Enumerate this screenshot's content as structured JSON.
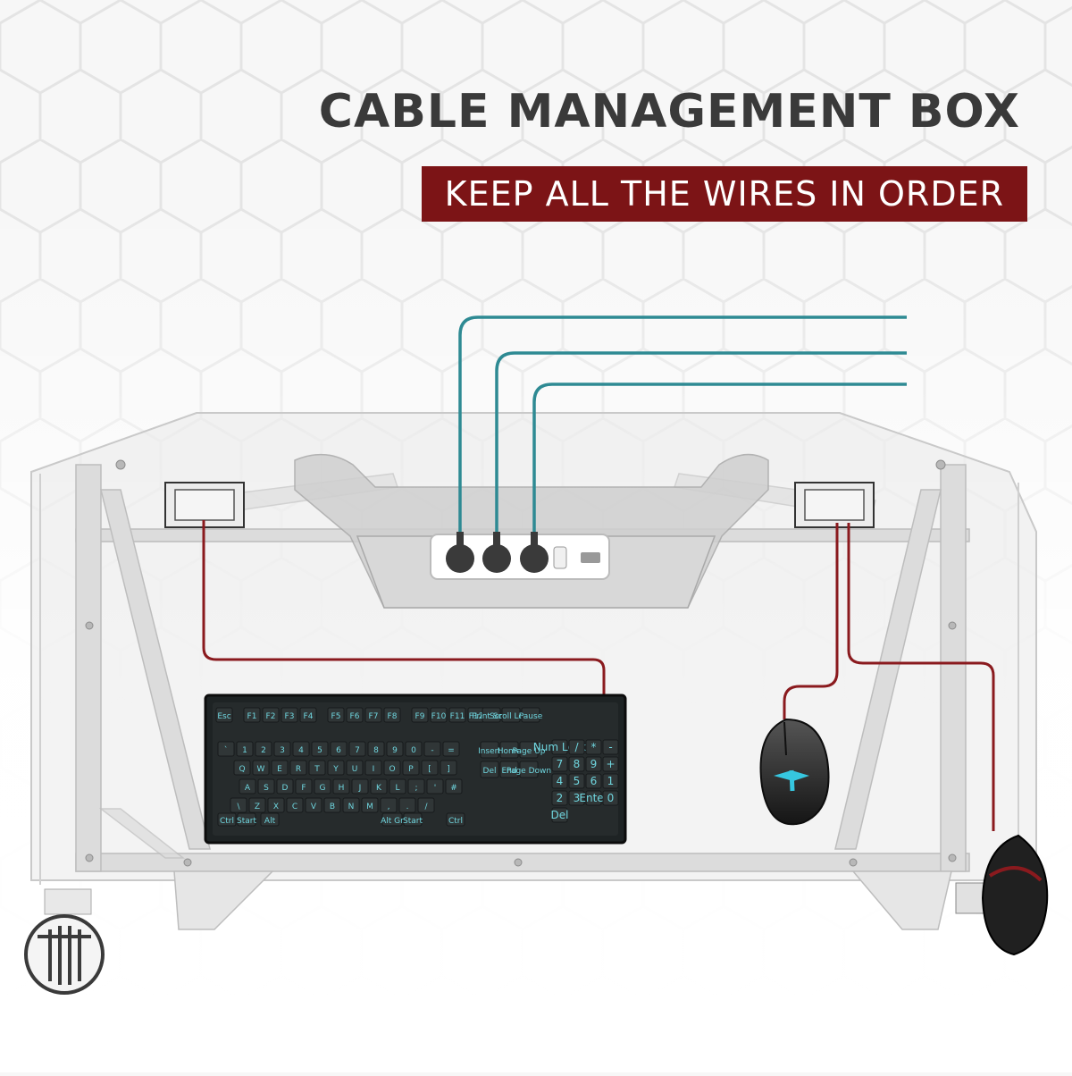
{
  "headline": "CABLE MANAGEMENT BOX",
  "banner": "KEEP ALL THE WIRES IN ORDER",
  "colors": {
    "banner_bg": "#7c1416",
    "headline_text": "#3a3a3a",
    "blue_wire": "#2e8a93",
    "red_wire": "#8a1a1e",
    "key_glow": "#6fd6df"
  },
  "icons": [
    "power-strip-icon",
    "power-plug-icon",
    "keyboard-icon",
    "mouse-icon",
    "headphone-hook-icon",
    "cup-holder-icon",
    "cable-box-icon"
  ],
  "keyboard": {
    "fn_row": [
      "Esc",
      "F1",
      "F2",
      "F3",
      "F4",
      "F5",
      "F6",
      "F7",
      "F8",
      "F9",
      "F10",
      "F11",
      "F12"
    ],
    "sys_keys": [
      "Print Scrn",
      "Scroll Lock",
      "Pause"
    ],
    "num_row": [
      "`",
      "1",
      "2",
      "3",
      "4",
      "5",
      "6",
      "7",
      "8",
      "9",
      "0",
      "-",
      "="
    ],
    "q_row": [
      "Q",
      "W",
      "E",
      "R",
      "T",
      "Y",
      "U",
      "I",
      "O",
      "P",
      "[",
      "]"
    ],
    "a_row": [
      "A",
      "S",
      "D",
      "F",
      "G",
      "H",
      "J",
      "K",
      "L",
      ";",
      "'",
      "#"
    ],
    "z_row": [
      "\\",
      "Z",
      "X",
      "C",
      "V",
      "B",
      "N",
      "M",
      ",",
      ".",
      "/"
    ],
    "bottom_row": [
      "Ctrl",
      "Start",
      "Alt",
      "Alt Gr",
      "Start",
      "Ctrl"
    ],
    "nav_keys": [
      "Insert",
      "Home",
      "Page Up",
      "Del",
      "End",
      "Page Down"
    ],
    "numpad": [
      "Num Lock",
      "/",
      "*",
      "-",
      "7",
      "8",
      "9",
      "+",
      "4",
      "5",
      "6",
      "1",
      "2",
      "3",
      "Enter",
      "0",
      "Del"
    ]
  }
}
